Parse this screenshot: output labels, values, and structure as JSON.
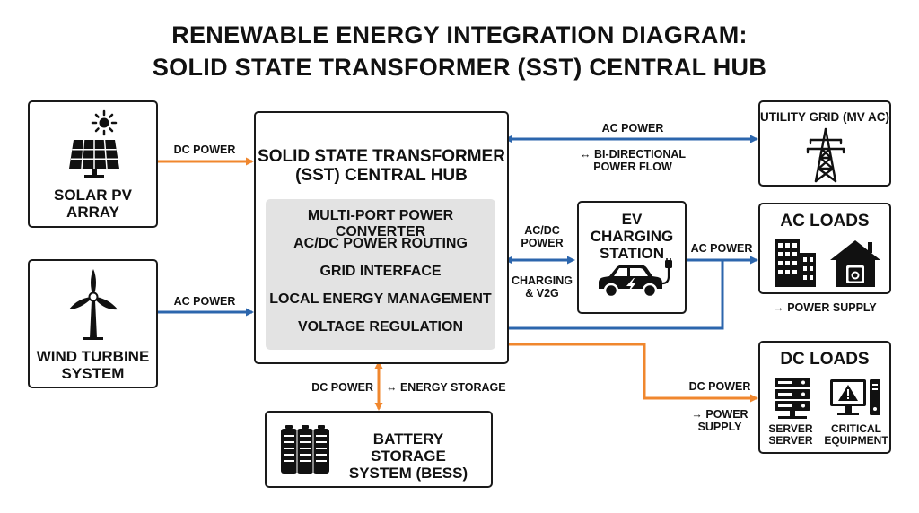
{
  "title": {
    "line1": "RENEWABLE ENERGY INTEGRATION DIAGRAM:",
    "line2": "SOLID STATE TRANSFORMER (SST) CENTRAL HUB"
  },
  "nodes": {
    "solar": {
      "label_line1": "SOLAR PV",
      "label_line2": "ARRAY",
      "icon": "solar-panel-icon"
    },
    "wind": {
      "label_line1": "WIND TURBINE",
      "label_line2": "SYSTEM",
      "icon": "wind-turbine-icon"
    },
    "sst": {
      "title_line1": "SOLID STATE TRANSFORMER",
      "title_line2": "(SST) CENTRAL HUB",
      "functions": [
        "MULTI-PORT POWER CONVERTER",
        "AC/DC POWER ROUTING",
        "GRID INTERFACE",
        "LOCAL ENERGY MANAGEMENT",
        "VOLTAGE REGULATION"
      ]
    },
    "grid": {
      "label": "UTILITY GRID (MV AC)",
      "icon": "transmission-tower-icon"
    },
    "ev": {
      "label_line1": "EV CHARGING",
      "label_line2": "STATION",
      "icon": "electric-car-icon"
    },
    "ac_loads": {
      "label": "AC LOADS",
      "icon": "buildings-house-icon",
      "note": "→ POWER SUPPLY"
    },
    "dc_loads": {
      "label": "DC LOADS",
      "server_line1": "SERVER",
      "server_line2": "SERVER",
      "crit_line1": "CRITICAL",
      "crit_line2": "EQUIPMENT"
    },
    "battery": {
      "label_line1": "BATTERY STORAGE",
      "label_line2": "SYSTEM (BESS)",
      "icon": "battery-icon"
    }
  },
  "edges": {
    "solar_sst": "DC POWER",
    "wind_sst": "AC POWER",
    "grid_ac": "AC POWER",
    "grid_bidir_line1": "↔ BI-DIRECTIONAL",
    "grid_bidir_line2": "POWER FLOW",
    "ev_acdc_line1": "AC/DC",
    "ev_acdc_line2": "POWER",
    "ev_v2g_line1": "CHARGING",
    "ev_v2g_line2": "& V2G",
    "ac_loads_power": "AC POWER",
    "dc_loads_power": "DC POWER",
    "dc_supply_line1": "→ POWER",
    "dc_supply_line2": "SUPPLY",
    "battery_dc": "DC POWER",
    "battery_storage": "↔ ENERGY STORAGE"
  },
  "colors": {
    "dc": "#f0872e",
    "ac": "#2c66ad",
    "stroke": "#1a1a1a",
    "panel": "#e3e3e3"
  }
}
